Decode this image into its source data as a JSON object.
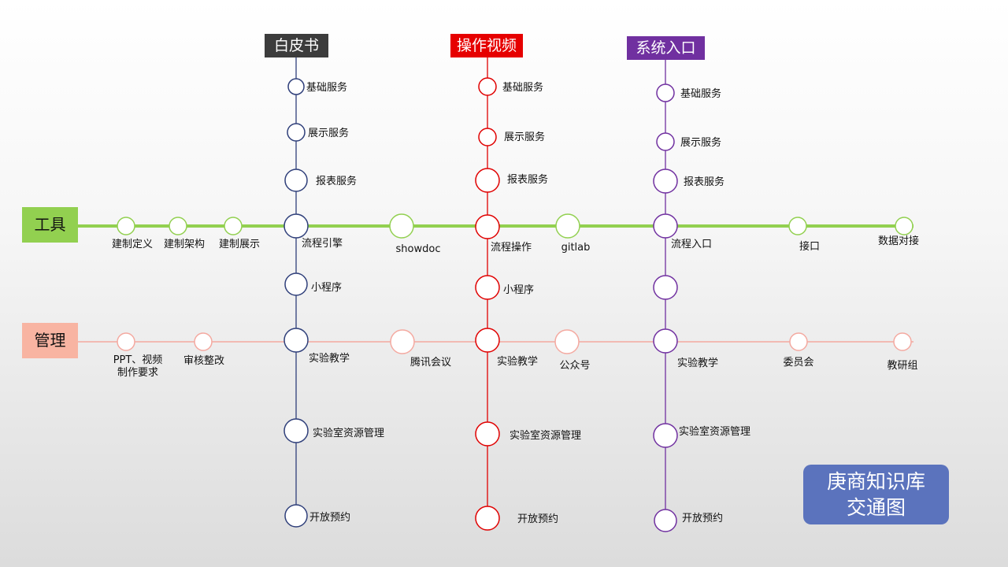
{
  "columns": [
    {
      "id": "whitepaper",
      "header": "白皮书",
      "color": "#2f3f7a",
      "stations": [
        "基础服务",
        "展示服务",
        "报表服务",
        "流程引擎",
        "小程序",
        "实验教学",
        "实验室资源管理",
        "开放预约"
      ]
    },
    {
      "id": "video",
      "header": "操作视频",
      "color": "#e00000",
      "stations": [
        "基础服务",
        "展示服务",
        "报表服务",
        "流程操作",
        "小程序",
        "实验教学",
        "实验室资源管理",
        "开放预约"
      ]
    },
    {
      "id": "entry",
      "header": "系统入口",
      "color": "#7030a0",
      "stations": [
        "基础服务",
        "展示服务",
        "报表服务",
        "流程入口",
        "",
        "实验教学",
        "实验室资源管理",
        "开放预约"
      ]
    }
  ],
  "lines": [
    {
      "id": "tools",
      "label": "工具",
      "color": "#92d050",
      "stations": [
        "建制定义",
        "建制架构",
        "建制展示",
        "showdoc",
        "gitlab",
        "接口",
        "数据对接"
      ]
    },
    {
      "id": "management",
      "label": "管理",
      "color": "#f4a9a0",
      "stations": [
        "PPT、视频\n制作要求",
        "审核整改",
        "腾讯会议",
        "公众号",
        "委员会",
        "教研组"
      ]
    }
  ],
  "title": {
    "line1": "庚商知识库",
    "line2": "交通图"
  }
}
